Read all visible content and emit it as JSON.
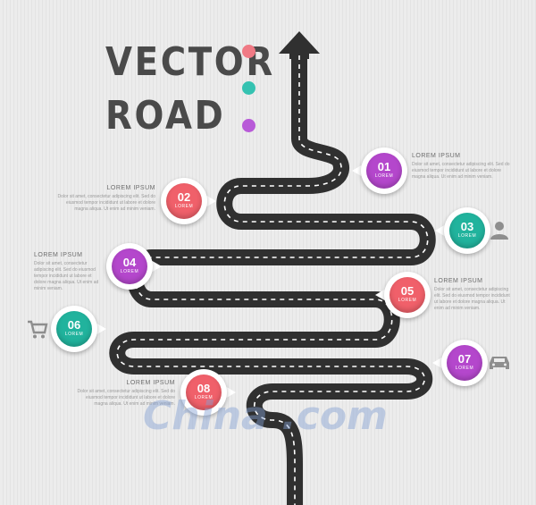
{
  "title": {
    "line1": "VECTOR",
    "line2": "ROAD"
  },
  "title_dot_colors": [
    "#f07a85",
    "#35c2b1",
    "#b85ad8"
  ],
  "road_color": "#303030",
  "markers": [
    {
      "number": "01",
      "label": "LOREM",
      "color": "#b447cc"
    },
    {
      "number": "02",
      "label": "LOREM",
      "color": "#f0606a"
    },
    {
      "number": "03",
      "label": "LOREM",
      "color": "#21b39d"
    },
    {
      "number": "04",
      "label": "LOREM",
      "color": "#b447cc"
    },
    {
      "number": "05",
      "label": "LOREM",
      "color": "#f0606a"
    },
    {
      "number": "06",
      "label": "LOREM",
      "color": "#21b39d"
    },
    {
      "number": "07",
      "label": "LOREM",
      "color": "#b447cc"
    },
    {
      "number": "08",
      "label": "LOREM",
      "color": "#f0606a"
    }
  ],
  "text_blocks": [
    {
      "heading": "LOREM IPSUM",
      "body": "Dolor sit amet, consectetur adipiscing elit. Sed do eiusmod tempor incididunt ut labore et dolore magna aliqua. Ut enim ad minim veniam."
    },
    {
      "heading": "LOREM IPSUM",
      "body": "Dolor sit amet, consectetur adipiscing elit. Sed do eiusmod tempor incididunt ut labore et dolore magna aliqua. Ut enim ad minim veniam."
    },
    {
      "heading": "LOREM IPSUM",
      "body": "Dolor sit amet, consectetur adipiscing elit. Sed do eiusmod tempor incididunt ut labore et dolore magna aliqua. Ut enim ad minim veniam."
    },
    {
      "heading": "LOREM IPSUM",
      "body": "Dolor sit amet, consectetur adipiscing elit. Sed do eiusmod tempor incididunt ut labore et dolore magna aliqua. Ut enim ad minim veniam."
    },
    {
      "heading": "LOREM IPSUM",
      "body": "Dolor sit amet, consectetur adipiscing elit. Sed do eiusmod tempor incididunt ut labore et dolore magna aliqua. Ut enim ad minim veniam."
    }
  ],
  "icons": [
    "user-icon",
    "shopping-cart-icon",
    "car-icon"
  ],
  "watermark": "China .com"
}
